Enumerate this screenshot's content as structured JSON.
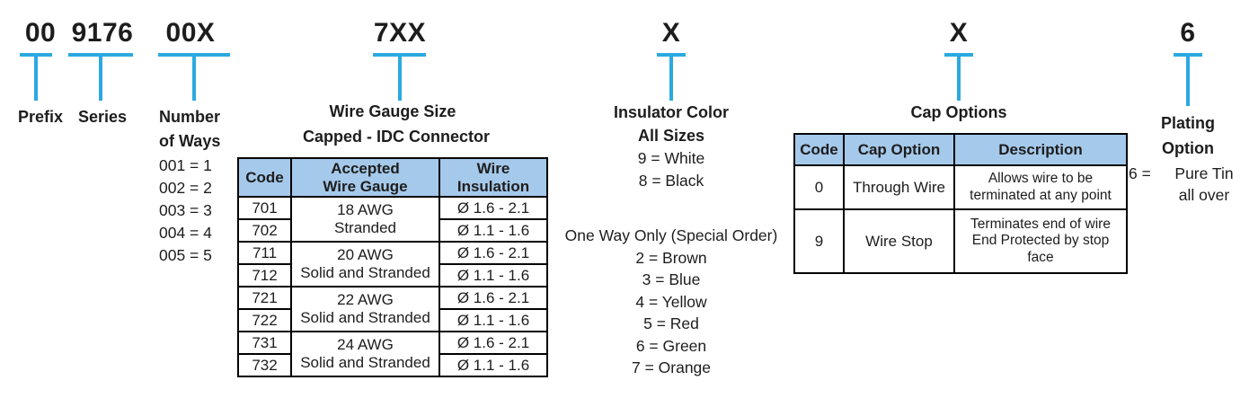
{
  "colors": {
    "accent_line_blue": "#2ba9e1",
    "table_header_fill": "#a5c9ea",
    "text_color": "#1d1d1d"
  },
  "segments": {
    "prefix": {
      "code": "00",
      "label": "Prefix"
    },
    "series": {
      "code": "9176",
      "label": "Series"
    },
    "ways": {
      "code": "00X",
      "label_line1": "Number",
      "label_line2": "of Ways",
      "options": [
        "001 = 1",
        "002 = 2",
        "003 = 3",
        "004 = 4",
        "005 = 5"
      ]
    },
    "wire_gauge": {
      "code": "7XX",
      "title": "Wire Gauge Size",
      "subtitle": "Capped - IDC Connector"
    },
    "insulator": {
      "code": "X",
      "title": "Insulator Color",
      "subtitle": "All Sizes",
      "all_sizes_options": [
        "9 = White",
        "8 = Black"
      ],
      "special_order_heading": "One Way Only (Special Order)",
      "special_order_options": [
        "2 = Brown",
        "3 = Blue",
        "4 = Yellow",
        "5 = Red",
        "6 = Green",
        "7 = Orange"
      ]
    },
    "cap": {
      "code": "X",
      "label": "Cap Options"
    },
    "plating": {
      "code": "6",
      "label_line1": "Plating",
      "label_line2": "Option",
      "value_code": "6 =",
      "value_line1": "Pure Tin",
      "value_line2": "all over"
    }
  },
  "wire_table": {
    "headers": {
      "code": "Code",
      "gauge_line1": "Accepted",
      "gauge_line2": "Wire Gauge",
      "insulation_line1": "Wire",
      "insulation_line2": "Insulation"
    },
    "groups": [
      {
        "code_a": "701",
        "code_b": "702",
        "gauge_line1": "18 AWG",
        "gauge_line2": "Stranded",
        "ins_a": "Ø 1.6 - 2.1",
        "ins_b": "Ø 1.1 - 1.6"
      },
      {
        "code_a": "711",
        "code_b": "712",
        "gauge_line1": "20 AWG",
        "gauge_line2": "Solid and Stranded",
        "ins_a": "Ø 1.6 - 2.1",
        "ins_b": "Ø 1.1 - 1.6"
      },
      {
        "code_a": "721",
        "code_b": "722",
        "gauge_line1": "22 AWG",
        "gauge_line2": "Solid and Stranded",
        "ins_a": "Ø 1.6 - 2.1",
        "ins_b": "Ø 1.1 - 1.6"
      },
      {
        "code_a": "731",
        "code_b": "732",
        "gauge_line1": "24 AWG",
        "gauge_line2": "Solid and Stranded",
        "ins_a": "Ø 1.6 - 2.1",
        "ins_b": "Ø 1.1 - 1.6"
      }
    ]
  },
  "cap_table": {
    "headers": {
      "code": "Code",
      "option": "Cap Option",
      "description": "Description"
    },
    "rows": [
      {
        "code": "0",
        "option": "Through Wire",
        "description": "Allows wire to be terminated at any point"
      },
      {
        "code": "9",
        "option": "Wire Stop",
        "description": "Terminates end of wire End Protected by stop face"
      }
    ]
  }
}
